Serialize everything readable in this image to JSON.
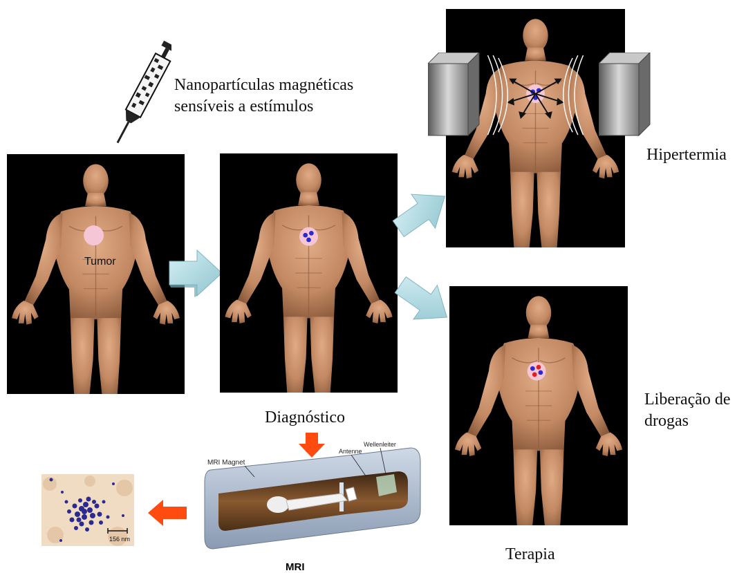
{
  "texts": {
    "syringe_caption_line1": "Nanopartículas magnéticas",
    "syringe_caption_line2": "sensíveis a estímulos",
    "tumor_label": "Tumor",
    "diagnostico": "Diagnóstico",
    "hipertermia": "Hipertermia",
    "liberacao_line1": "Liberação de",
    "liberacao_line2": "drogas",
    "terapia": "Terapia",
    "mri_caption": "MRI",
    "mri_magnet": "MRI Magnet",
    "antenne": "Antenne",
    "wellenleiter": "Wellenleiter",
    "scale_bar": "156 nm"
  },
  "icons": [
    "syringe-icon",
    "body-figure",
    "arrow-right-icon",
    "arrow-up-right-icon",
    "arrow-down-right-icon",
    "arrow-down-icon",
    "arrow-left-icon",
    "magnet-block-icon",
    "mri-scanner-illustration",
    "microscopy-image"
  ],
  "colors": {
    "panel_bg": "#000000",
    "skin": "#c8906a",
    "skin_shadow": "#8a5a3c",
    "tumor": "#f4c6d6",
    "nanoparticle_blue": "#2a2ad0",
    "drug_red": "#e02020",
    "cyan_arrow": "#a8d8e0",
    "orange_arrow": "#ff4a10"
  }
}
